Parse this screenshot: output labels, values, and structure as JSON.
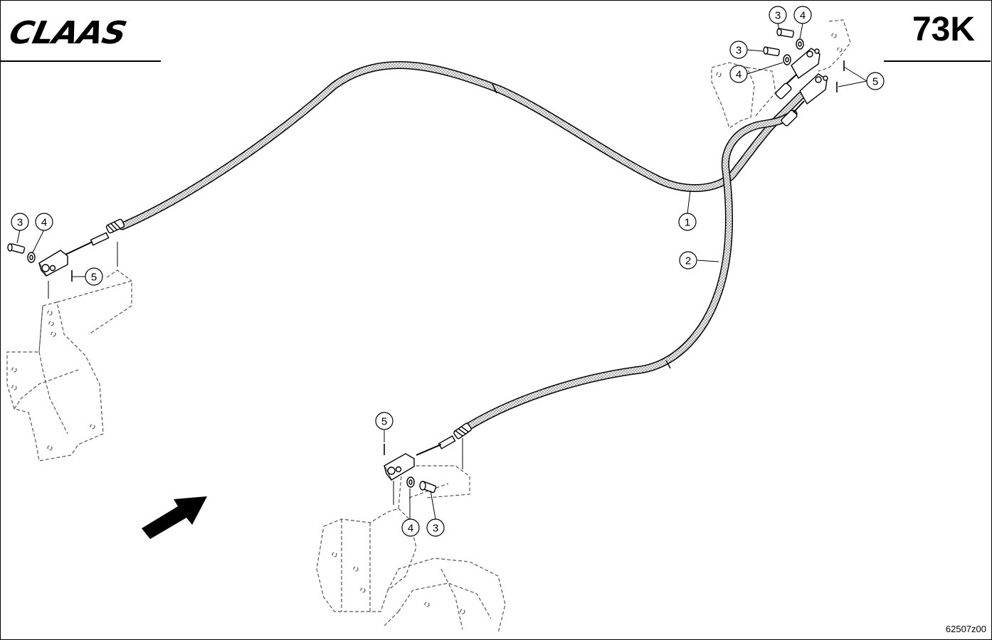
{
  "header": {
    "brand": "CLAAS",
    "page_number": "73K"
  },
  "footer": {
    "drawing_code": "62507z00"
  },
  "callouts": {
    "c1": "1",
    "c2": "2",
    "c3a": "3",
    "c4a": "4",
    "c5a": "5",
    "c3b": "3",
    "c4b": "4",
    "c5b": "5",
    "c3c": "3",
    "c4c": "4",
    "c3d": "3",
    "c4d": "4",
    "c5d": "5"
  },
  "icons": {
    "direction_arrow": "forward-arrow-icon"
  }
}
